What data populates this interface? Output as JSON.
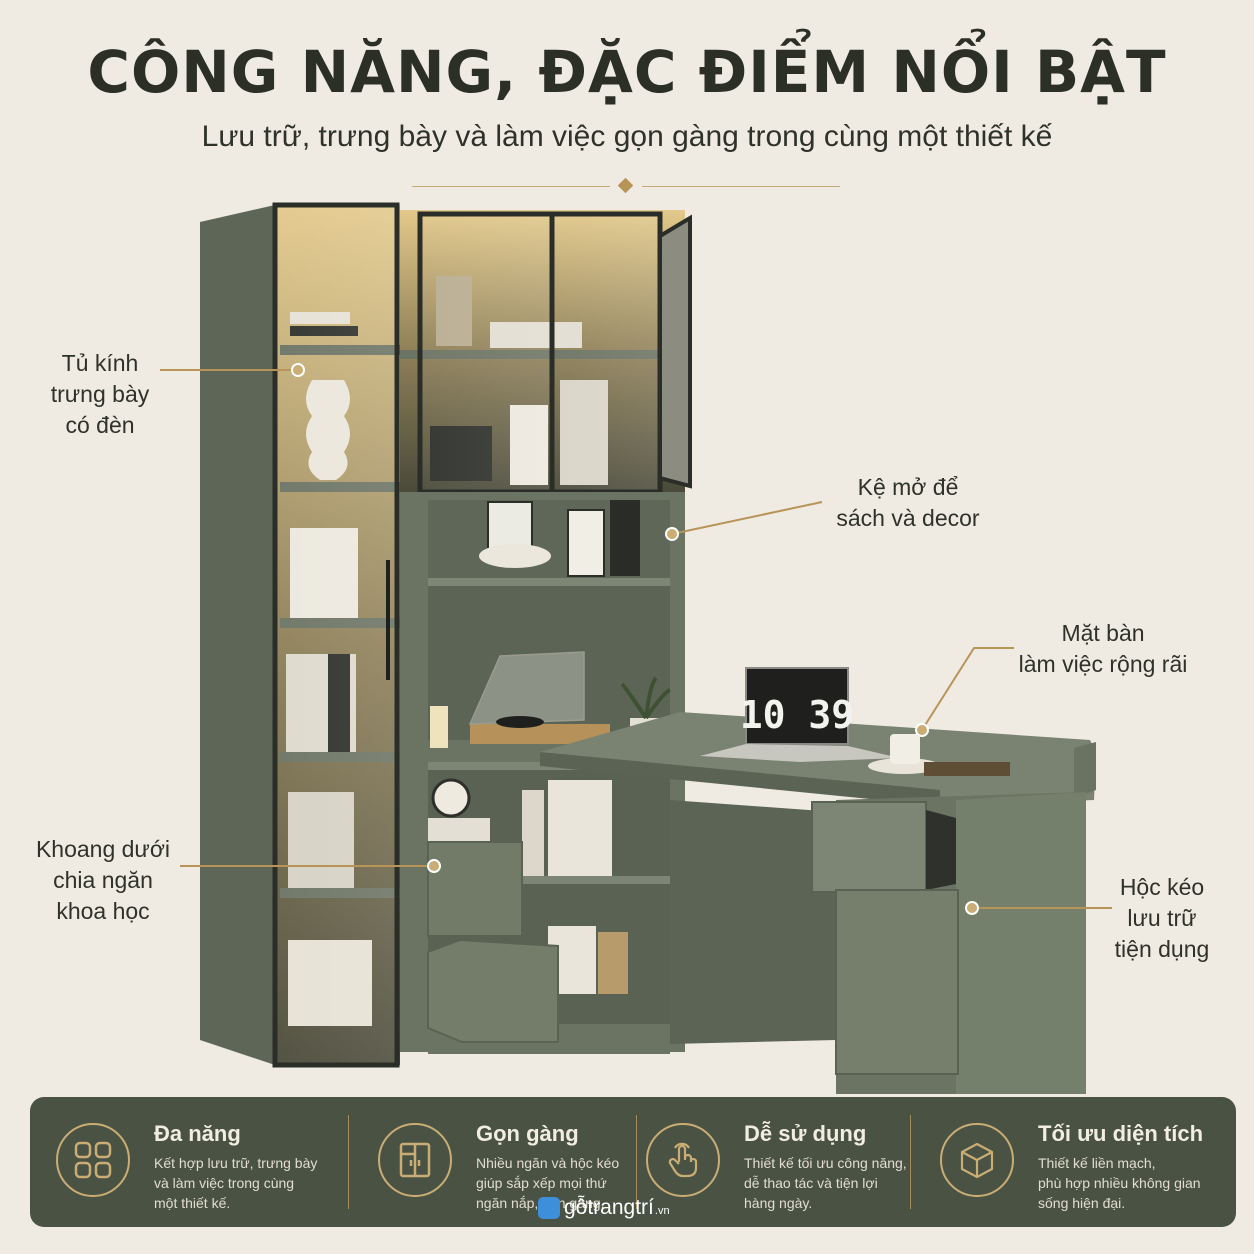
{
  "header": {
    "title": "CÔNG NĂNG, ĐẶC ĐIỂM NỔI BẬT",
    "subtitle": "Lưu trữ, trưng bày và làm việc gọn gàng trong cùng một thiết kế"
  },
  "callouts": {
    "glass_cabinet": [
      "Tủ kính",
      "trưng bày",
      "có đèn"
    ],
    "open_shelf": [
      "Kệ mở để",
      "sách và decor"
    ],
    "desk_top": [
      "Mặt bàn",
      "làm việc rộng rãi"
    ],
    "lower_compartment": [
      "Khoang dưới",
      "chia ngăn",
      "khoa học"
    ],
    "drawers": [
      "Hộc kéo",
      "lưu trữ",
      "tiện dụng"
    ]
  },
  "laptop_clock": "10 39",
  "features": [
    {
      "icon": "grid-icon",
      "title": "Đa năng",
      "desc": [
        "Kết hợp lưu trữ, trưng bày",
        "và làm việc trong cùng",
        "một thiết kế."
      ]
    },
    {
      "icon": "cabinet-icon",
      "title": "Gọn gàng",
      "desc": [
        "Nhiều ngăn và hộc kéo",
        "giúp sắp xếp mọi thứ",
        "ngăn nắp, gọn gàng."
      ]
    },
    {
      "icon": "hand-pointer-icon",
      "title": "Dễ sử dụng",
      "desc": [
        "Thiết kế tối ưu công năng,",
        "dễ thao tác và tiện lợi",
        "hàng ngày."
      ]
    },
    {
      "icon": "cube-icon",
      "title": "Tối ưu diện tích",
      "desc": [
        "Thiết kế liền mạch,",
        "phù hợp nhiều không gian",
        "sống hiện đại."
      ]
    }
  ],
  "watermark": {
    "name": "gỗtrangtrí",
    "suffix": ".vn"
  },
  "colors": {
    "background": "#efebe2",
    "furniture_green": "#6b7363",
    "panel_green": "#4a5243",
    "gold_accent": "#c9ad75"
  }
}
